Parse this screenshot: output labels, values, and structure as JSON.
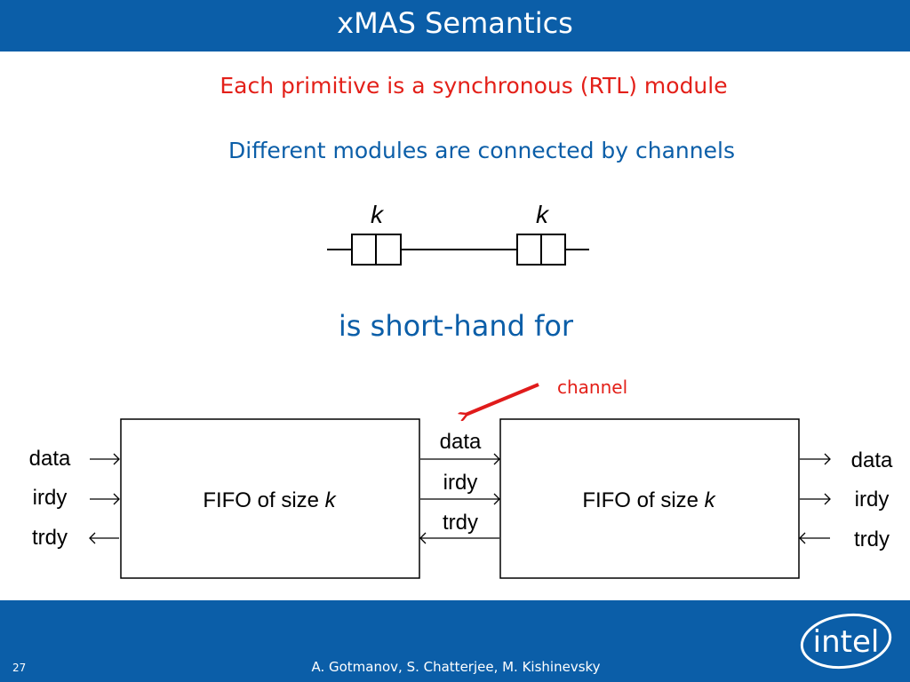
{
  "slide": {
    "title": "xMAS Semantics",
    "line1": "Each primitive is a synchronous (RTL) module",
    "line2": "Different modules are connected by channels",
    "line3": "is short-hand for",
    "page_number": "27",
    "authors": "A. Gotmanov, S. Chatterjee, M. Kishinevsky"
  },
  "diagram": {
    "queue_label_left": "k",
    "queue_label_right": "k",
    "channel_label": "channel",
    "fifo_left_prefix": "FIFO of size ",
    "fifo_left_k": "k",
    "fifo_right_prefix": "FIFO of size ",
    "fifo_right_k": "k",
    "left_ports": [
      "data",
      "irdy",
      "trdy"
    ],
    "middle_ports": [
      "data",
      "irdy",
      "trdy"
    ],
    "right_ports": [
      "data",
      "irdy",
      "trdy"
    ]
  },
  "logo": {
    "text": "intel",
    "icon": "intel-logo"
  },
  "colors": {
    "blue": "#0b5ea8",
    "red": "#e32019",
    "arrow_red": "#e01b1b",
    "white": "#ffffff"
  }
}
